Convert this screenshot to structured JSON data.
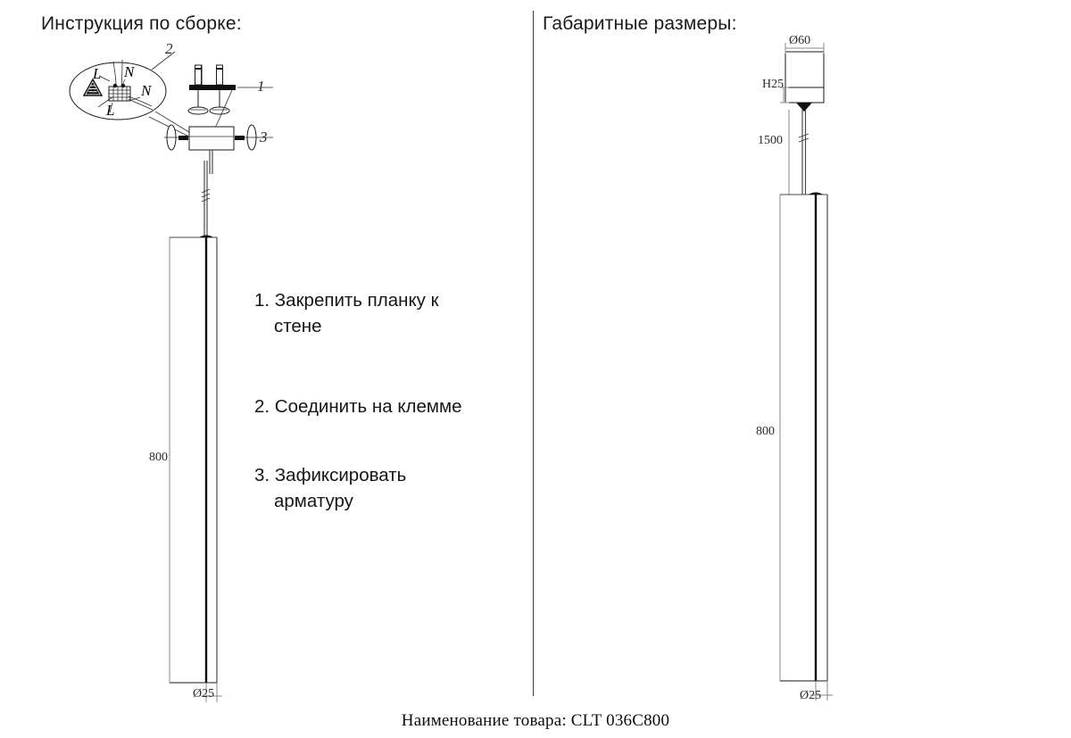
{
  "headings": {
    "left": "Инструкция по сборке:",
    "right": "Габаритные размеры:"
  },
  "steps": [
    {
      "number": "1.",
      "line1": "Закрепить планку к",
      "line2": "стене"
    },
    {
      "number": "2.",
      "line1": "Соединить на клемме",
      "line2": ""
    },
    {
      "number": "3.",
      "line1": "Зафиксировать",
      "line2": "арматуру"
    }
  ],
  "assembly_callouts": {
    "one": "1",
    "two": "2",
    "three": "3"
  },
  "terminal_labels": {
    "l_top": "L",
    "n_top": "N",
    "l_bottom": "L",
    "n_bottom": "N"
  },
  "left_drawing": {
    "length_label": "800",
    "diameter_label": "Ø25"
  },
  "right_drawing": {
    "canopy_diameter": "Ø60",
    "canopy_height": "H25",
    "suspension_length": "1500",
    "body_length": "800",
    "body_diameter": "Ø25"
  },
  "footer": {
    "caption": "Наименование товара: CLT 036C800"
  },
  "colors": {
    "line": "#1a1a1a",
    "text": "#111111",
    "divider": "#3c3c3c"
  }
}
